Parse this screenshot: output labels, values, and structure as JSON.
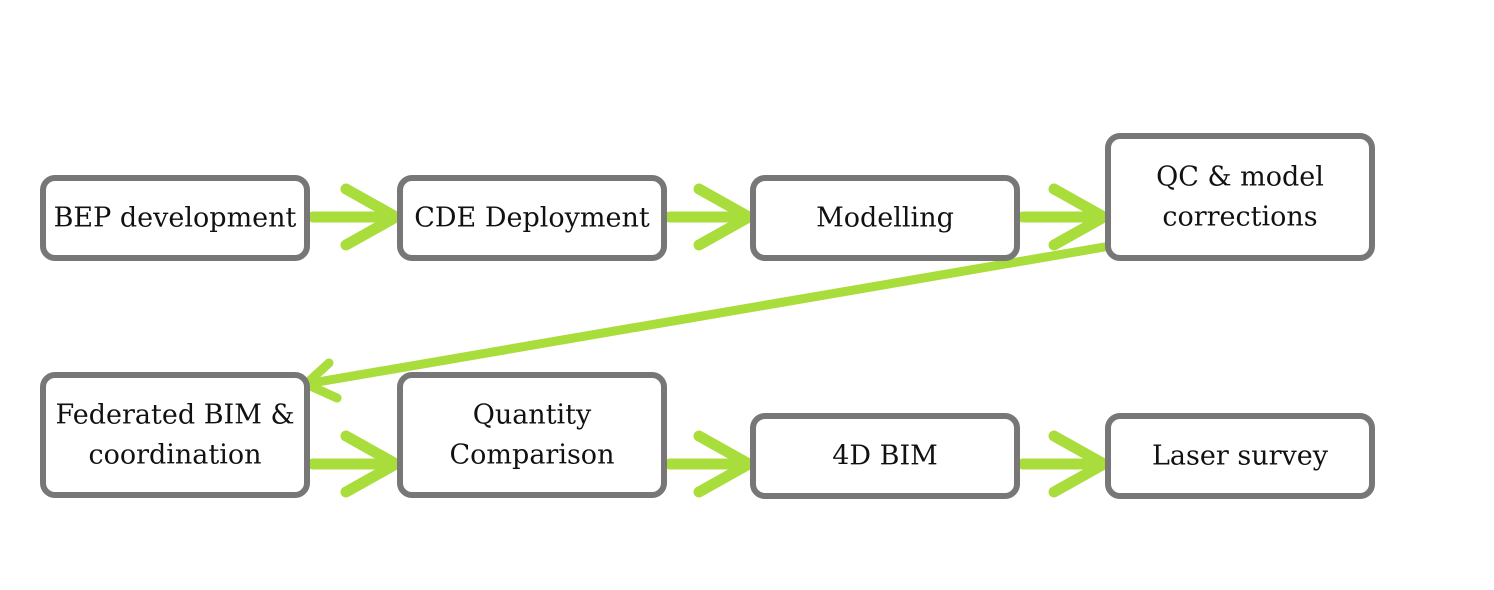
{
  "diagram": {
    "type": "process-flow",
    "line_color": "#a9dd3b",
    "box_border_color": "#777777",
    "steps": [
      {
        "id": "bep",
        "lines": [
          "BEP development"
        ]
      },
      {
        "id": "cde",
        "lines": [
          "CDE Deployment"
        ]
      },
      {
        "id": "modelling",
        "lines": [
          "Modelling"
        ]
      },
      {
        "id": "qc",
        "lines": [
          "QC & model",
          "corrections"
        ]
      },
      {
        "id": "federated",
        "lines": [
          "Federated BIM &",
          "coordination"
        ]
      },
      {
        "id": "quantity",
        "lines": [
          "Quantity",
          "Comparison"
        ]
      },
      {
        "id": "bim4d",
        "lines": [
          "4D BIM"
        ]
      },
      {
        "id": "laser",
        "lines": [
          "Laser survey"
        ]
      }
    ],
    "connections": [
      {
        "from": "bep",
        "to": "cde"
      },
      {
        "from": "cde",
        "to": "modelling"
      },
      {
        "from": "modelling",
        "to": "qc"
      },
      {
        "from": "qc",
        "to": "federated"
      },
      {
        "from": "federated",
        "to": "quantity"
      },
      {
        "from": "quantity",
        "to": "bim4d"
      },
      {
        "from": "bim4d",
        "to": "laser"
      }
    ]
  }
}
